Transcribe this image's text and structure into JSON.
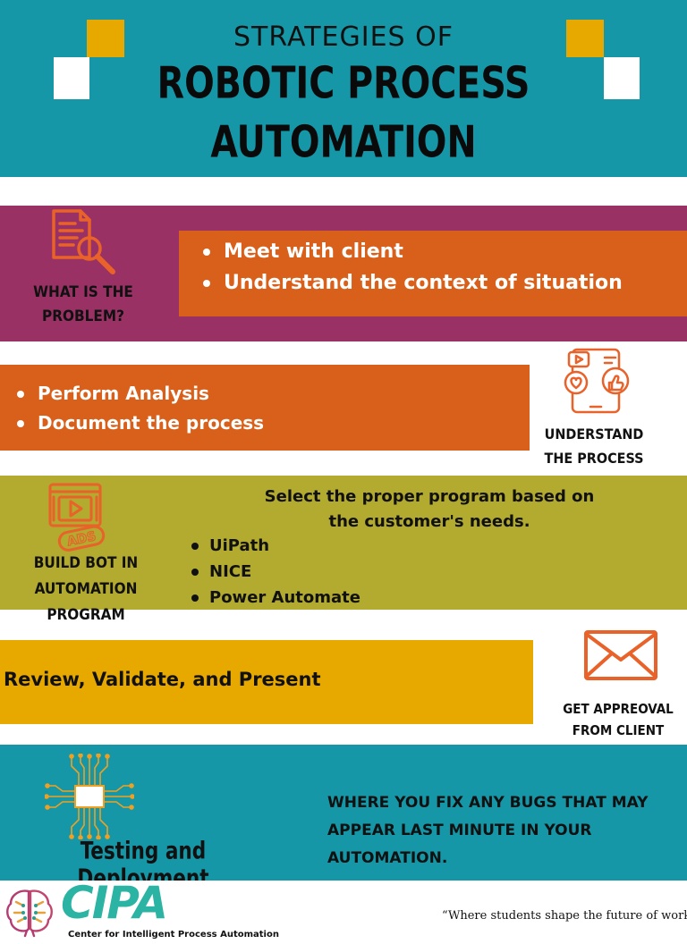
{
  "header": {
    "title_line1": "STRATEGIES OF",
    "title_line2": "ROBOTIC PROCESS",
    "title_line3": "AUTOMATION"
  },
  "step1": {
    "label": "WHAT IS THE PROBLEM?",
    "icon": "document-search-icon",
    "bullets": [
      "Meet with client",
      "Understand the context of situation"
    ]
  },
  "step2": {
    "label": "UNDERSTAND THE PROCESS",
    "icon": "social-media-icon",
    "bullets": [
      "Perform Analysis",
      "Document the process"
    ]
  },
  "step3": {
    "label": "BUILD BOT IN AUTOMATION PROGRAM",
    "icon": "video-ads-icon",
    "intro": "Select the proper program based on the customer's needs.",
    "bullets": [
      "UiPath",
      "NICE",
      "Power Automate"
    ]
  },
  "step4": {
    "label": "GET APPREOVAL FROM CLIENT",
    "icon": "envelope-icon",
    "text": "Review, Validate, and Present"
  },
  "step5": {
    "label": "Testing and Deployment",
    "icon": "circuit-chip-icon",
    "text": "WHERE YOU FIX ANY BUGS THAT MAY APPEAR LAST MINUTE IN YOUR AUTOMATION."
  },
  "footer": {
    "logo_text": "CIPA",
    "logo_subtitle": "Center for Intelligent Process Automation",
    "quote": "“Where students shape the future of work.”"
  },
  "colors": {
    "teal": "#1597a8",
    "magenta": "#9a3164",
    "orange": "#d9601a",
    "olive": "#b3aa30",
    "gold": "#e7a900"
  }
}
